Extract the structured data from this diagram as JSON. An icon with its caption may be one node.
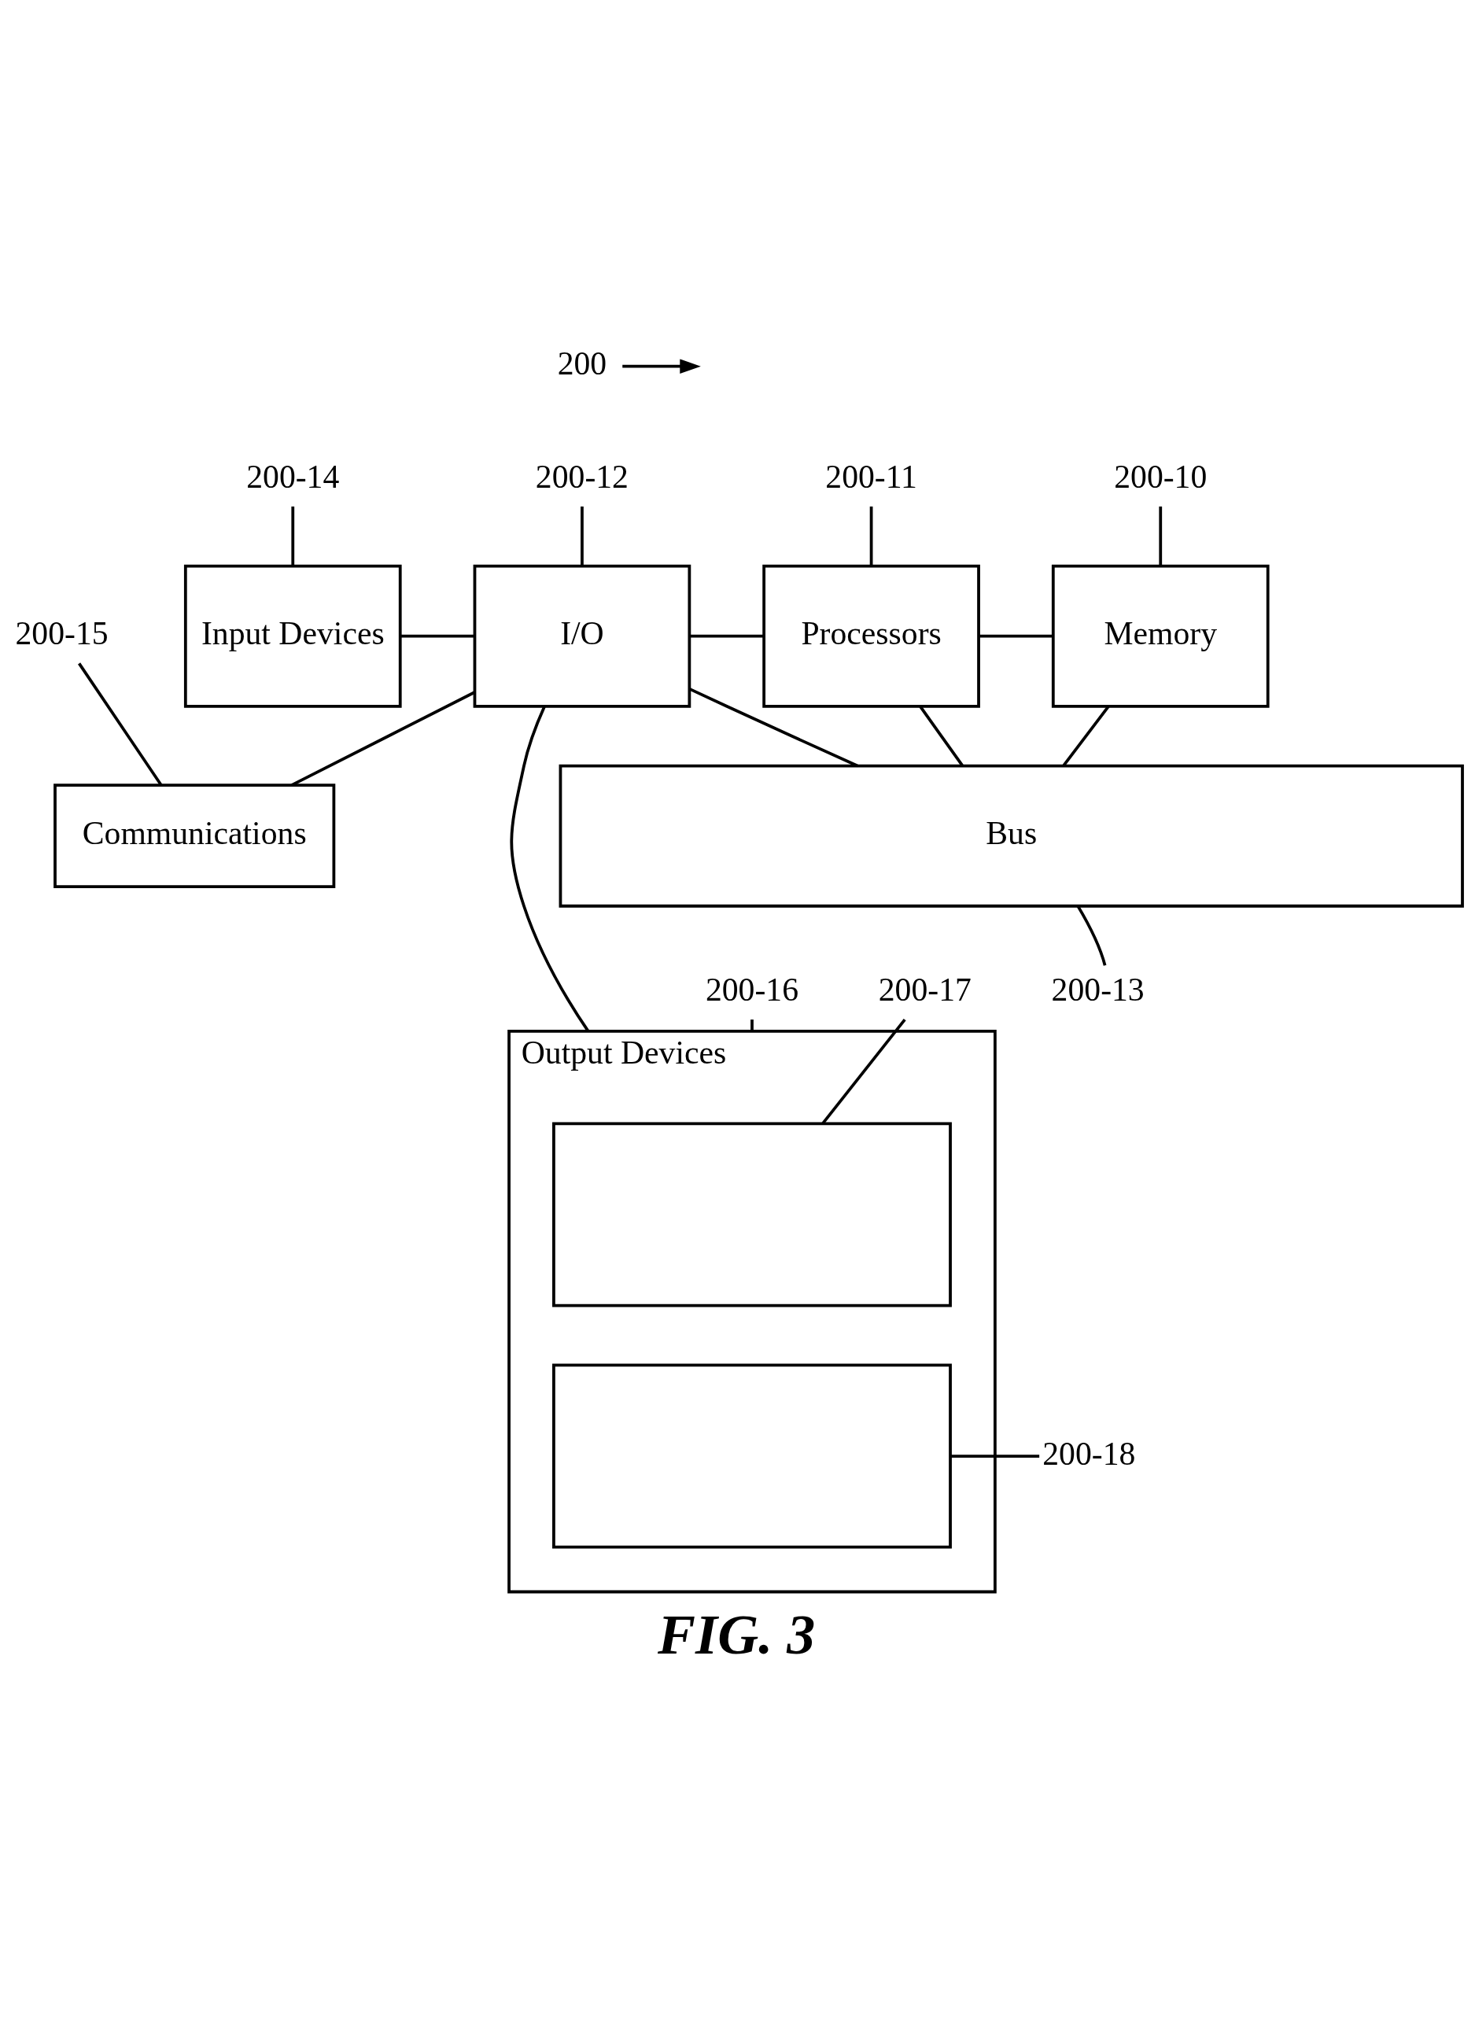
{
  "diagram": {
    "caption": "FIG. 3",
    "nodes": [
      {
        "text": [
          "200"
        ]
      },
      {
        "text": [
          "200-14"
        ]
      },
      {
        "text": [
          "200-12"
        ]
      },
      {
        "text": [
          "200-11"
        ]
      },
      {
        "text": [
          "200-10"
        ]
      },
      {
        "text": [
          "Input Devices"
        ]
      },
      {
        "text": [
          "I/O"
        ]
      },
      {
        "text": [
          "Processors"
        ]
      },
      {
        "text": [
          "Memory"
        ]
      },
      {
        "text": [
          "200-15"
        ]
      },
      {
        "text": [
          "Communications"
        ]
      },
      {
        "text": [
          "Bus"
        ]
      },
      {
        "text": [
          "200-13"
        ]
      },
      {
        "text": [
          "200-16"
        ]
      },
      {
        "text": [
          "200-17"
        ]
      },
      {
        "text": [
          "Output Devices"
        ]
      },
      {
        "text": [],
        "shape": "box",
        "in": 15
      },
      {
        "text": [],
        "shape": "box",
        "in": 15
      },
      {
        "text": [
          "200-18"
        ]
      }
    ],
    "edges": [
      {
        "from": 0,
        "to": null,
        "arrow": "to"
      },
      {
        "from": 1,
        "to": 5,
        "arrow": "none"
      },
      {
        "from": 2,
        "to": 6,
        "arrow": "none"
      },
      {
        "from": 3,
        "to": 7,
        "arrow": "none"
      },
      {
        "from": 4,
        "to": 8,
        "arrow": "none"
      },
      {
        "from": 5,
        "to": 6,
        "arrow": "none"
      },
      {
        "from": 6,
        "to": 7,
        "arrow": "none"
      },
      {
        "from": 7,
        "to": 8,
        "arrow": "none"
      },
      {
        "from": 6,
        "to": 10,
        "arrow": "none"
      },
      {
        "from": 6,
        "to": 15,
        "arrow": "none"
      },
      {
        "from": 6,
        "to": 11,
        "arrow": "none"
      },
      {
        "from": 7,
        "to": 11,
        "arrow": "none"
      },
      {
        "from": 8,
        "to": 11,
        "arrow": "none"
      },
      {
        "from": 9,
        "to": 10,
        "arrow": "none"
      },
      {
        "from": 12,
        "to": 11,
        "arrow": "none"
      },
      {
        "from": 13,
        "to": 15,
        "arrow": "none"
      },
      {
        "from": 14,
        "to": 16,
        "arrow": "none"
      },
      {
        "from": 18,
        "to": 17,
        "arrow": "none"
      }
    ]
  }
}
